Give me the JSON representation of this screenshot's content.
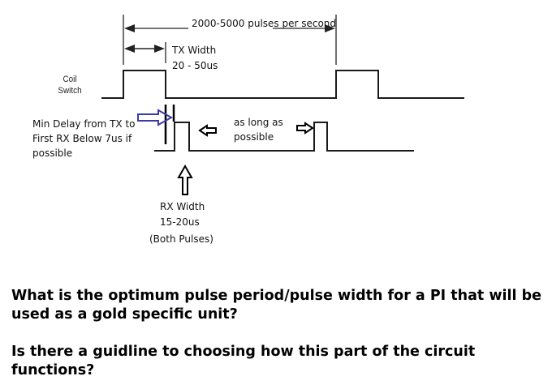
{
  "diagram": {
    "period_label": "2000-5000 pulses per second",
    "tx_width_label": [
      "TX Width",
      "20 - 50us"
    ],
    "coil_switch_label": [
      "Coil",
      "Switch"
    ],
    "min_delay_label": [
      "Min Delay from TX to",
      "First RX Below 7us if",
      "possible"
    ],
    "as_long_label": [
      "as long as",
      "possible"
    ],
    "rx_width_label": [
      "RX Width",
      "15-20us",
      "(Both Pulses)"
    ],
    "colors": {
      "waveform": "#1a1a1a",
      "delay_arrow": "#3a3aa8"
    }
  },
  "questions": [
    "What is the optimum pulse period/pulse width for a PI that will be used as a gold specific unit?",
    "Is there a guidline to choosing how this part of the circuit functions?"
  ]
}
